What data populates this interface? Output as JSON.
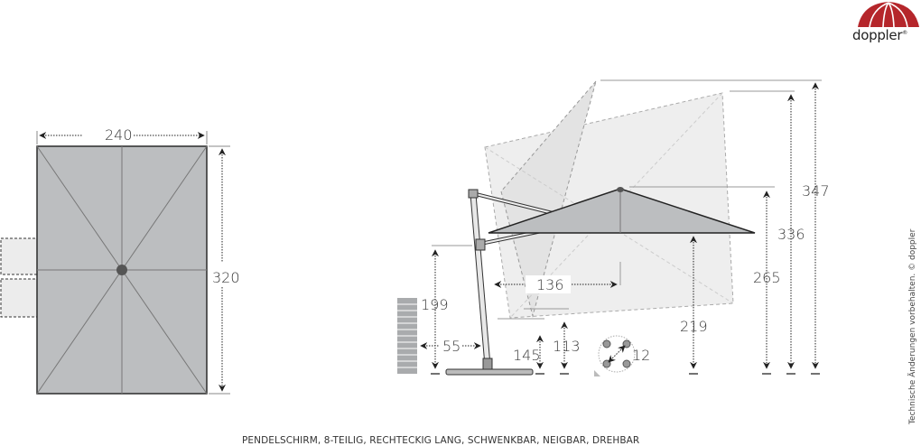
{
  "brand": {
    "name": "doppler",
    "registered_mark": "®",
    "logo_color": "#b5262b"
  },
  "caption": "PENDELSCHIRM, 8-TEILIG, RECHTECKIG LANG, SCHWENKBAR, NEIGBAR, DREHBAR",
  "side_note": "Technische Änderungen vorbehalten. © doppler",
  "top_view": {
    "width_label": "240",
    "height_label": "320"
  },
  "side_view": {
    "dimensions": {
      "arm_height": "199",
      "wall_distance": "55",
      "pole_to_center": "136",
      "min_height_low": "145",
      "min_height": "113",
      "rotation_angle": "12",
      "edge_height": "219",
      "center_height": "265",
      "tilted_height": "336",
      "max_height": "347"
    }
  },
  "colors": {
    "canopy": "#bcbec0",
    "canopy_ghost": "#eeeeee",
    "line": "#2b2b2b",
    "guide": "#9a9a9a"
  }
}
